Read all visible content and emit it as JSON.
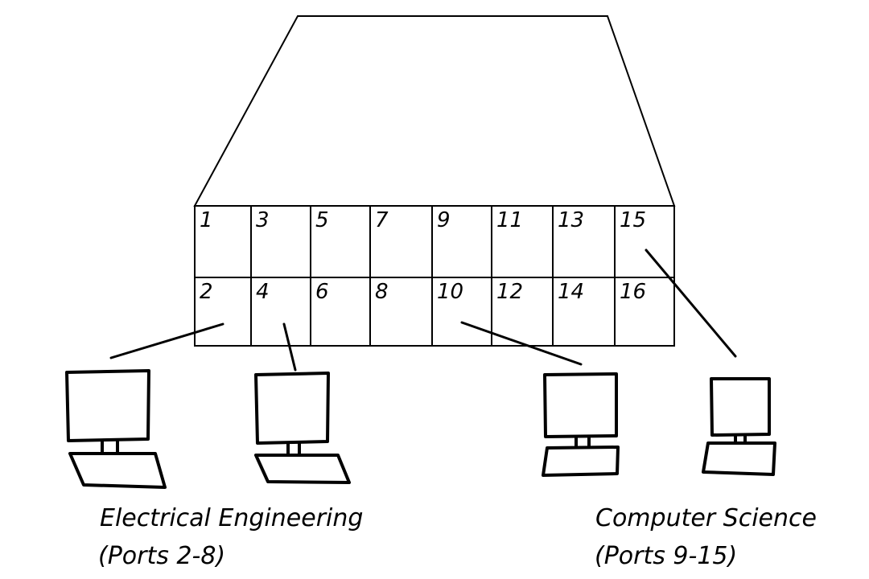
{
  "switch": {
    "ports_top": [
      "1",
      "3",
      "5",
      "7",
      "9",
      "11",
      "13",
      "15"
    ],
    "ports_bottom": [
      "2",
      "4",
      "6",
      "8",
      "10",
      "12",
      "14",
      "16"
    ]
  },
  "groups": [
    {
      "name": "Electrical Engineering",
      "ports": "(Ports 2-8)"
    },
    {
      "name": "Computer Science",
      "ports": "(Ports 9-15)"
    }
  ],
  "connections": [
    {
      "computer": 1,
      "port": "2"
    },
    {
      "computer": 2,
      "port": "4"
    },
    {
      "computer": 3,
      "port": "10"
    },
    {
      "computer": 4,
      "port": "15"
    }
  ]
}
